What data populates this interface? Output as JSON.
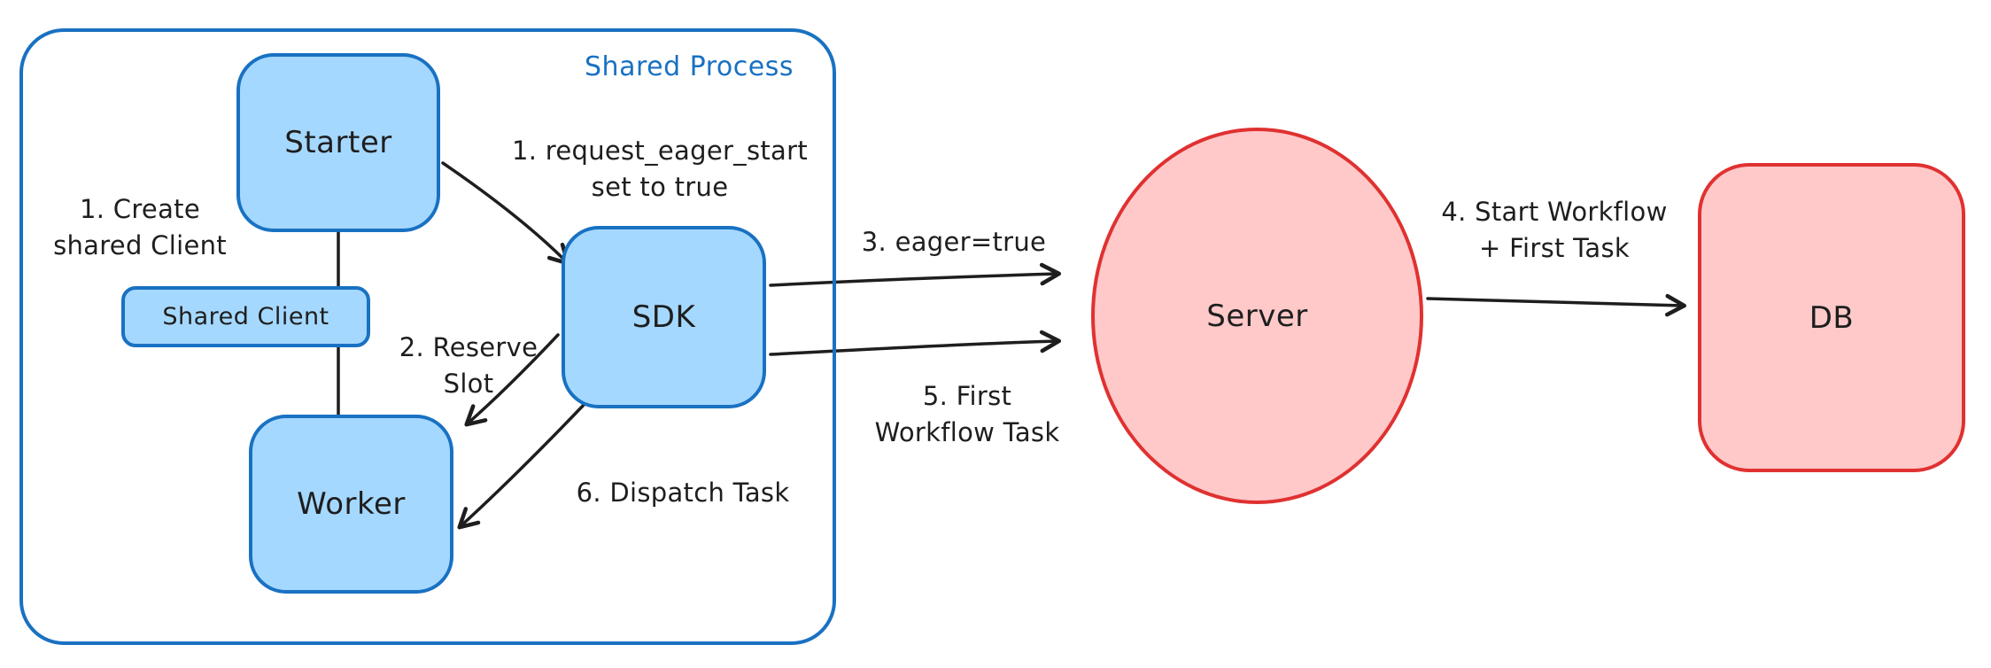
{
  "group": {
    "label": "Shared Process"
  },
  "nodes": {
    "starter": {
      "label": "Starter"
    },
    "shared_client": {
      "label": "Shared Client"
    },
    "worker": {
      "label": "Worker"
    },
    "sdk": {
      "label": "SDK"
    },
    "server": {
      "label": "Server"
    },
    "db": {
      "label": "DB"
    }
  },
  "annotations": {
    "create_shared_client": "1. Create\nshared Client",
    "request_eager_start": "1. request_eager_start\nset to true",
    "reserve_slot": "2. Reserve\nSlot",
    "eager_true": "3. eager=true",
    "start_workflow": "4. Start Workflow\n+ First Task",
    "first_workflow_task": "5. First\nWorkflow Task",
    "dispatch_task": "6. Dispatch Task"
  },
  "colors": {
    "blue_stroke": "#1971c2",
    "blue_fill": "#a5d8ff",
    "red_stroke": "#e03131",
    "red_fill": "#ffc9c9",
    "arrow_ink": "#1e1e1e"
  }
}
